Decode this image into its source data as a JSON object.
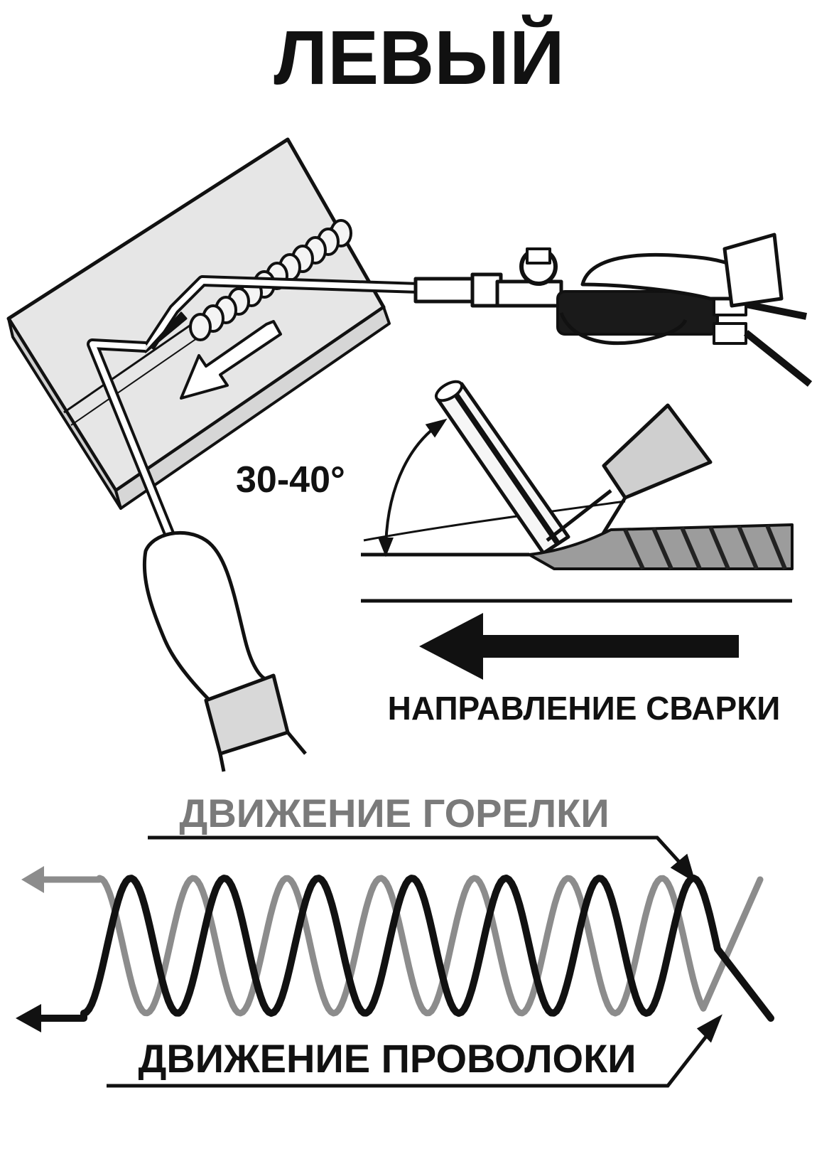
{
  "title": "ЛЕВЫЙ",
  "angle_label": "30-40°",
  "direction_label": "НАПРАВЛЕНИЕ СВАРКИ",
  "torch_motion_label": "ДВИЖЕНИЕ ГОРЕЛКИ",
  "wire_motion_label": "ДВИЖЕНИЕ ПРОВОЛОКИ",
  "colors": {
    "ink": "#111111",
    "torch_path": "#8c8c8c",
    "plate_fill": "#e6e6e6",
    "label_gray": "#7a7a7a"
  }
}
